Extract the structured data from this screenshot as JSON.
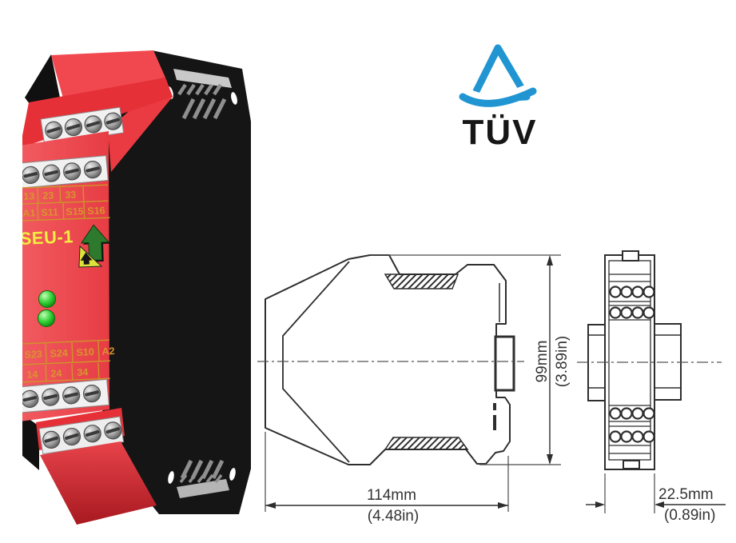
{
  "module": {
    "model": "SEU-1",
    "rows": {
      "rowA": [
        "13",
        "23",
        "33"
      ],
      "rowB": [
        "A1",
        "S11",
        "S15",
        "S16"
      ],
      "rowC": [
        "S23",
        "S24",
        "S10",
        "A2"
      ],
      "rowD": [
        "14",
        "24",
        "34"
      ]
    },
    "colors": {
      "body_red": "#ee4d52",
      "label_yellow": "#d8952c",
      "model_yellow": "#f3ee3f",
      "led_green": "#2fd032",
      "housing_black": "#151515"
    }
  },
  "certification": {
    "name": "TÜV",
    "logo_blue": "#2095d2"
  },
  "dimensions": {
    "width": {
      "mm": "114mm",
      "inch": "(4.48in)"
    },
    "height": {
      "mm": "99mm",
      "inch": "(3.89in)"
    },
    "depth": {
      "mm": "22.5mm",
      "inch": "(0.89in)"
    }
  }
}
